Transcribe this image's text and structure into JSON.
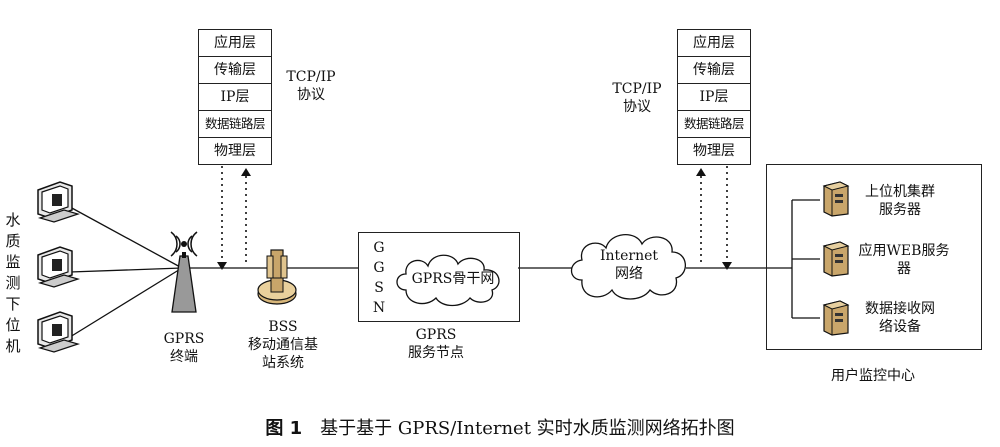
{
  "protocol_stack_left": {
    "layers": [
      "应用层",
      "传输层",
      "IP层",
      "数据链路层",
      "物理层"
    ]
  },
  "protocol_stack_right": {
    "layers": [
      "应用层",
      "传输层",
      "IP层",
      "数据链路层",
      "物理层"
    ]
  },
  "protocol_label_left": {
    "line1": "TCP/IP",
    "line2": "协议"
  },
  "protocol_label_right": {
    "line1": "TCP/IP",
    "line2": "协议"
  },
  "monitor_side_label": [
    "水",
    "质",
    "监",
    "测",
    "下",
    "位",
    "机"
  ],
  "gprs_terminal": {
    "line1": "GPRS",
    "line2": "终端"
  },
  "bss": {
    "line1": "BSS",
    "line2": "移动通信基",
    "line3": "站系统"
  },
  "gprs_node": {
    "ggsn_letters": [
      "G",
      "G",
      "S",
      "N"
    ],
    "cloud_label": "GPRS骨干网",
    "line1": "GPRS",
    "line2": "服务节点"
  },
  "internet_cloud": {
    "line1": "Internet",
    "line2": "网络"
  },
  "user_center": {
    "label": "用户监控中心",
    "servers": [
      {
        "line1": "上位机集群",
        "line2": "服务器"
      },
      {
        "line1": "应用WEB服务",
        "line2": "器"
      },
      {
        "line1": "数据接收网",
        "line2": "络设备"
      }
    ]
  },
  "caption": {
    "figure_number": "图 1",
    "text": "基于基于 GPRS/Internet 实时水质监测网络拓扑图"
  }
}
